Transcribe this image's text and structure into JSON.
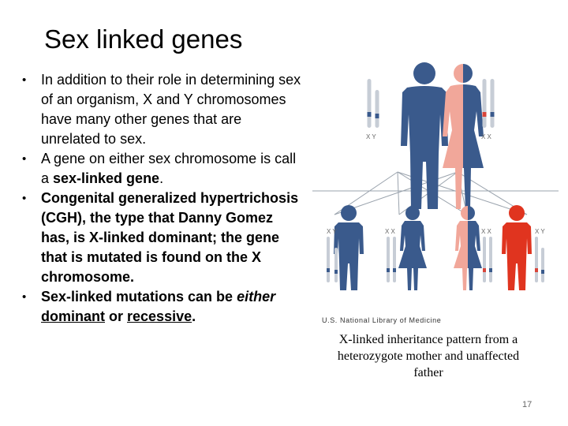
{
  "slide": {
    "title": "Sex linked genes",
    "bullets": [
      {
        "text": "In addition to their role in determining sex of an organism, X and Y chromosomes have many other genes that are unrelated to sex."
      },
      {
        "pre": "A gene on either sex chromosome is call a ",
        "bold": "sex-linked gene",
        "post": "."
      },
      {
        "bold_text": "Congenital generalized hypertrichosis (CGH), the type that Danny Gomez has, is X-linked dominant; the gene that is mutated is found on the X chromosome."
      },
      {
        "p1": "Sex-linked mutations can be ",
        "p2": "either",
        "p3": " ",
        "p4": "dominant",
        "p5": " or ",
        "p6": "recessive",
        "p7": "."
      }
    ],
    "page_number": "17"
  },
  "figure": {
    "credit": "U.S. National Library of Medicine",
    "caption": "X-linked inheritance pattern from a heterozygote mother and unaffected father",
    "parent_labels": {
      "father": "X Y",
      "mother": "X X"
    },
    "child_labels": [
      "X Y",
      "X X",
      "X X",
      "X Y"
    ],
    "colors": {
      "unaffected": "#3a5a8c",
      "affected": "#e0341f",
      "carrier_female": "#f1a79a"
    }
  }
}
